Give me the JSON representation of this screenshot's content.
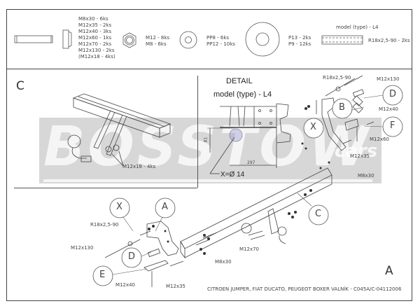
{
  "parts_list": {
    "bolts": {
      "icon": "hex-bolt-icon",
      "items": [
        "M8x30 - 6ks",
        "M12x35 - 2ks",
        "M12x40 - 3ks",
        "M12x60 - 1ks",
        "M12x70 - 2ks",
        "M12x130 - 2ks",
        "(M12x18 - 4ks)"
      ]
    },
    "nuts": {
      "icon": "hex-nut-icon",
      "items": [
        "M12 - 8ks",
        "M8 - 6ks"
      ]
    },
    "spring_washers": {
      "icon": "washer-icon",
      "items": [
        "PP8 - 6ks",
        "PP12 - 10ks"
      ]
    },
    "flat_washers": {
      "icon": "large-washer-icon",
      "items": [
        "P13 - 2ks",
        "P9 - 12ks"
      ]
    },
    "spacer": {
      "icon": "spacer-tube-icon",
      "title": "model (type) - L4",
      "label": "R18x2,5-90 - 2ks"
    }
  },
  "section_c": {
    "letter": "C",
    "bolt_label": "M12x18 - 4ks"
  },
  "detail": {
    "title": "DETAIL",
    "subtitle": "model (type) - L4",
    "dim_height": "81",
    "dim_width": "297",
    "hole_label": "X=Ø 14"
  },
  "assembly_right": {
    "labels": {
      "spacer": "R18x2,5-90",
      "bolt_130": "M12x130",
      "bolt_40": "M12x40",
      "bolt_60": "M12x60",
      "bolt_35": "M12x35",
      "bolt_m8": "M8x30"
    },
    "callouts": [
      "B",
      "D",
      "X",
      "F"
    ]
  },
  "assembly_left": {
    "labels": {
      "spacer": "R18x2,5-90",
      "bolt_130": "M12x130",
      "bolt_40": "M12x40",
      "bolt_35": "M12x35",
      "bolt_m8": "M8x30",
      "bolt_70": "M12x70"
    },
    "callouts": [
      "X",
      "A",
      "D",
      "E",
      "C"
    ]
  },
  "sheet_letter": "A",
  "watermark": "BOSSTOW",
  "watermark_sub": "cars",
  "caption": "CITROEN JUMPER, FIAT DUCATO, PEUGEOT BOXER VALNÍK - C045A/C-04112006"
}
